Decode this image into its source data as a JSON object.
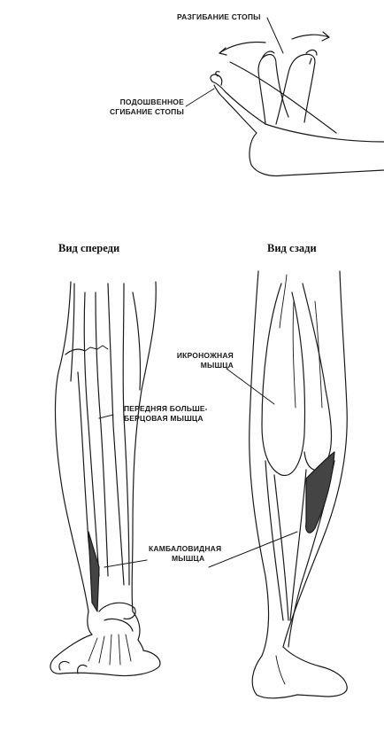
{
  "labels": {
    "dorsiflexion": "РАЗГИБАНИЕ СТОПЫ",
    "plantar_line1": "ПОДОШВЕННОЕ",
    "plantar_line2": "СГИБАНИЕ СТОПЫ",
    "front_view": "Вид спереди",
    "back_view": "Вид сзади",
    "gastrocnemius_line1": "ИКРОНОЖНАЯ",
    "gastrocnemius_line2": "МЫШЦА",
    "tibialis_line1": "ПЕРЕДНЯЯ БОЛЬШЕ-",
    "tibialis_line2": "БЕРЦОВАЯ МЫШЦА",
    "soleus_line1": "КАМБАЛОВИДНАЯ",
    "soleus_line2": "МЫШЦА"
  },
  "colors": {
    "ink": "#1a1a1a",
    "muscle_shade": "#444444"
  }
}
